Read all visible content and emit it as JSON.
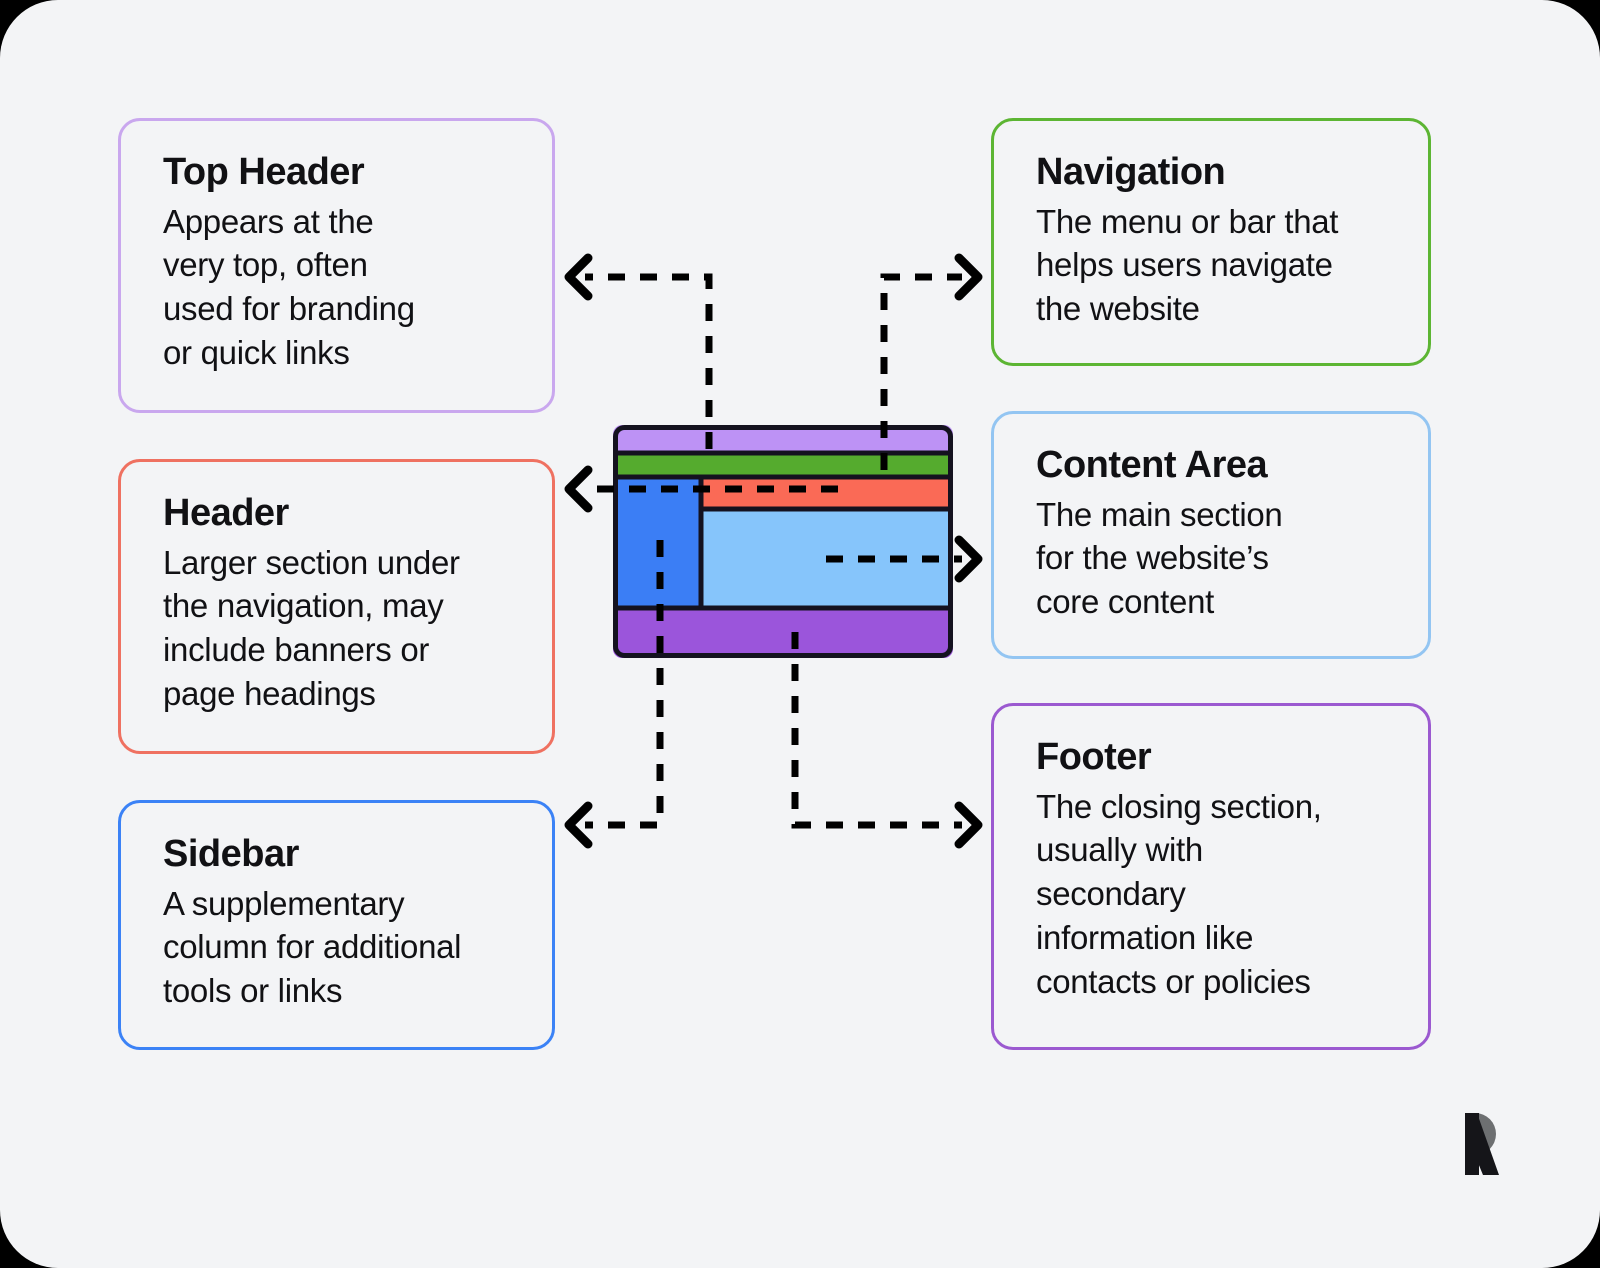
{
  "page": {
    "background_color": "#f3f4f6",
    "outer_color": "#000000"
  },
  "cards": {
    "top_header": {
      "title": "Top Header",
      "description": "Appears at the\nvery top, often\nused for branding\nor quick links",
      "border_color": "#c9a7ee",
      "side": "left"
    },
    "header": {
      "title": "Header",
      "description": "Larger section under\nthe navigation, may\ninclude banners or\npage headings",
      "border_color": "#ef7161",
      "side": "left"
    },
    "sidebar": {
      "title": "Sidebar",
      "description": "A supplementary\ncolumn for additional\ntools or links",
      "border_color": "#3b82f6",
      "side": "left"
    },
    "navigation": {
      "title": "Navigation",
      "description": "The menu or bar that\nhelps users navigate\nthe website",
      "border_color": "#5cb533",
      "side": "right"
    },
    "content_area": {
      "title": "Content Area",
      "description": "The main section\nfor the website’s\ncore content",
      "border_color": "#93c5f2",
      "side": "right"
    },
    "footer": {
      "title": "Footer",
      "description": "The closing section,\nusually with\nsecondary\ninformation like\ncontacts or policies",
      "border_color": "#9b59d0",
      "side": "right"
    }
  },
  "wireframe": {
    "outline_color": "#14121f",
    "regions": [
      {
        "name": "top-header-band",
        "label": "Top Header",
        "color": "#bd92f5"
      },
      {
        "name": "navigation-band",
        "label": "Navigation",
        "color": "#55ab2e"
      },
      {
        "name": "sidebar-column",
        "label": "Sidebar",
        "color": "#3b7ef5"
      },
      {
        "name": "header-band",
        "label": "Header",
        "color": "#fa6a56"
      },
      {
        "name": "content-area",
        "label": "Content Area",
        "color": "#86c5fb"
      },
      {
        "name": "footer-band",
        "label": "Footer",
        "color": "#9b55db"
      }
    ]
  },
  "connectors": {
    "style": "dashed",
    "color": "#000000",
    "arrowheads": [
      {
        "name": "top-header-arrow",
        "direction": "left"
      },
      {
        "name": "navigation-arrow",
        "direction": "right"
      },
      {
        "name": "header-arrow",
        "direction": "left"
      },
      {
        "name": "content-area-arrow",
        "direction": "right"
      },
      {
        "name": "sidebar-arrow",
        "direction": "left"
      },
      {
        "name": "footer-arrow",
        "direction": "right"
      }
    ]
  },
  "logo": {
    "name": "brand-logo-r",
    "stem_color": "#151519",
    "bowl_color": "#6d6f71"
  }
}
